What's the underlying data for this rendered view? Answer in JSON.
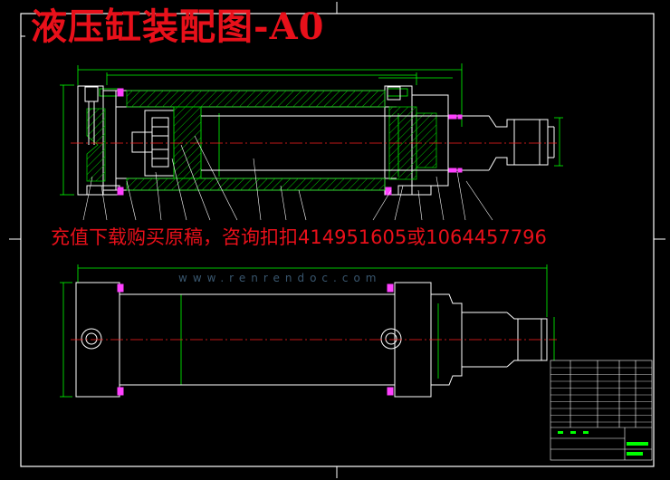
{
  "drawing": {
    "title": "液压缸装配图-A0",
    "promo": "充值下载购买原稿，咨询扣扣414951605或1064457796",
    "watermark": "www.renrendoc.com"
  },
  "colors": {
    "background": "#000000",
    "frame": "#ffffff",
    "outline": "#ffffff",
    "dimension": "#00ff00",
    "centerline": "#ff2020",
    "section": "#00cc00",
    "seal": "#ff40ff",
    "text": "#e8101a",
    "watermark": "#39566e"
  }
}
